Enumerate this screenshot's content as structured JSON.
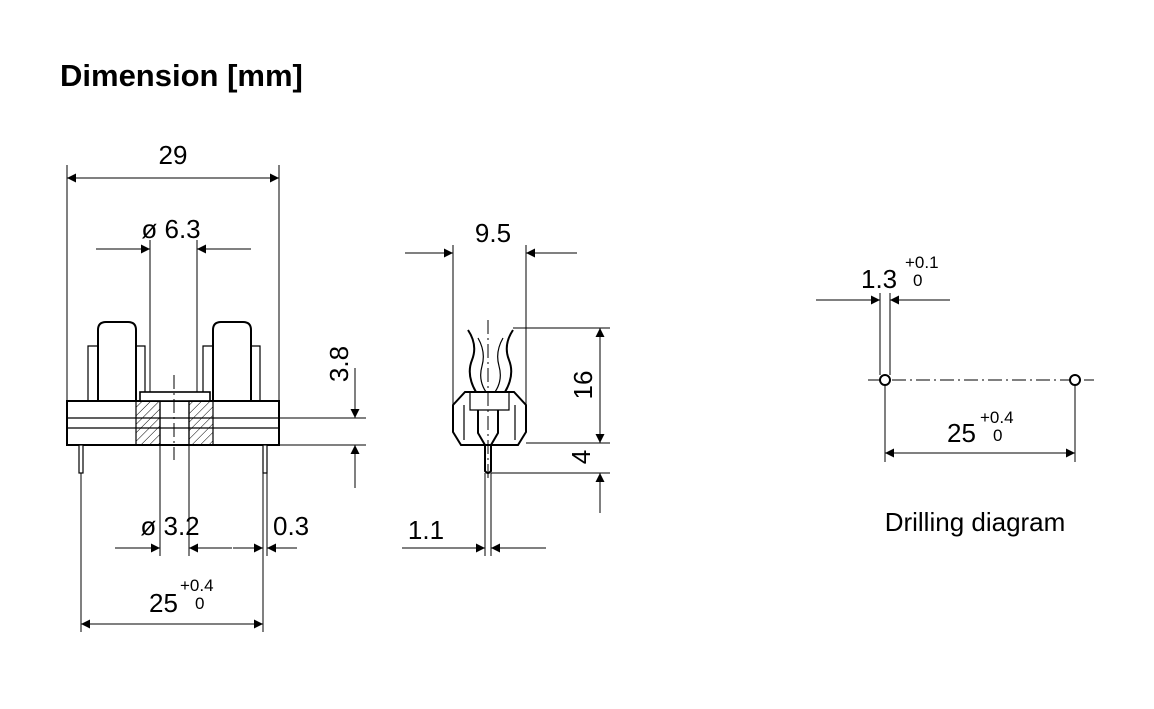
{
  "title": "Dimension [mm]",
  "front_view": {
    "width": "29",
    "outer_diameter": "ø 6.3",
    "height": "3.8",
    "inner_diameter": "ø 3.2",
    "pin_width": "0.3",
    "pin_spacing": "25",
    "pin_spacing_tol_upper": "+0.4",
    "pin_spacing_tol_lower": "0"
  },
  "side_view": {
    "width": "9.5",
    "height": "16",
    "pin_length": "4",
    "pin_thickness": "1.1"
  },
  "drilling_diagram": {
    "caption": "Drilling diagram",
    "hole_diameter": "1.3",
    "hole_tol_upper": "+0.1",
    "hole_tol_lower": "0",
    "hole_spacing": "25",
    "spacing_tol_upper": "+0.4",
    "spacing_tol_lower": "0"
  }
}
